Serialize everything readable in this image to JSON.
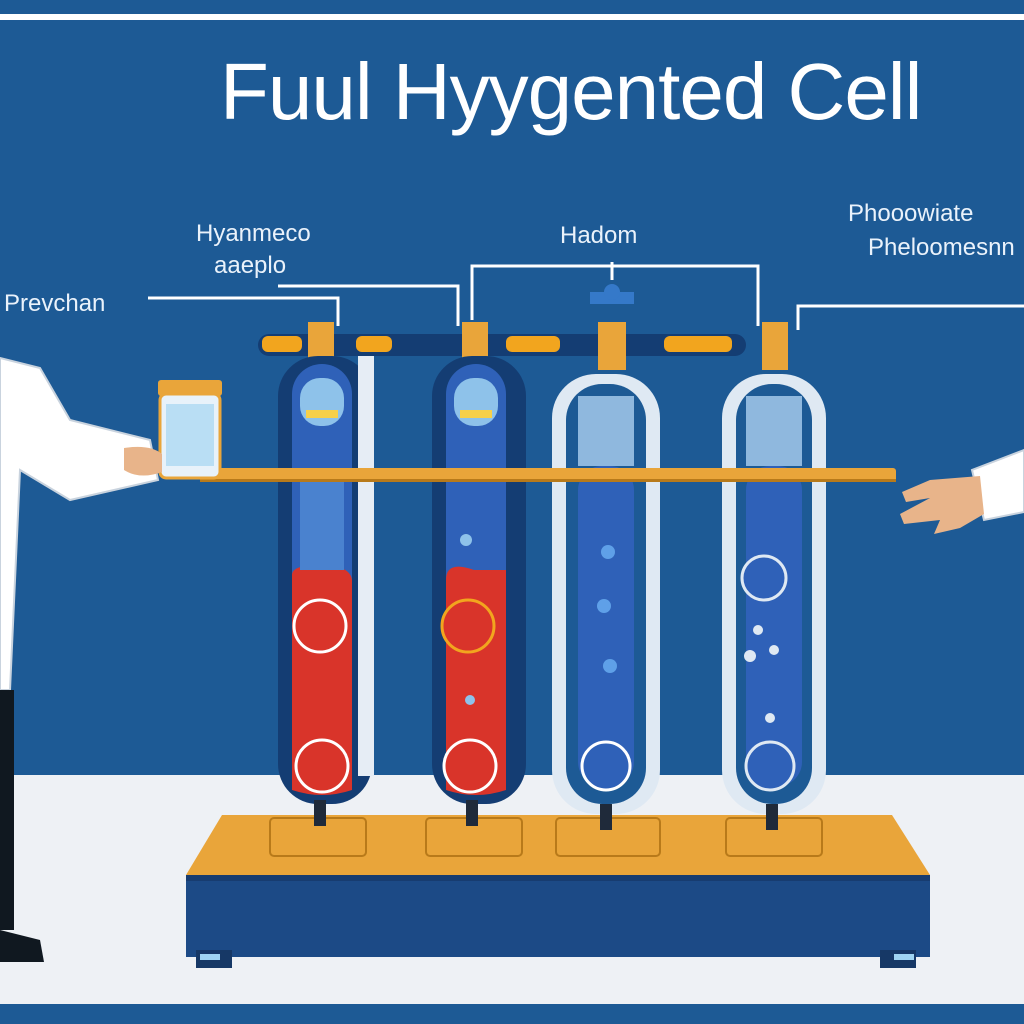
{
  "diagram": {
    "title": "Fuul Hyygented Cell",
    "labels": {
      "hy_line1": "Hyanmeco",
      "hy_line2": "aaeplo",
      "hadom": "Hadom",
      "ph_line1": "Phooowiate",
      "ph_line2": "Pheloomesnn",
      "prevchan": "Prevchan"
    }
  },
  "colors": {
    "background": "#1d5a95",
    "floor": "#eef1f5",
    "base_top": "#e9a53a",
    "base_front": "#1c4a86",
    "liquid_red": "#d9342a",
    "liquid_blue": "#2f61b8",
    "glass": "#dfe9f3",
    "lab_coat": "#ffffff"
  }
}
